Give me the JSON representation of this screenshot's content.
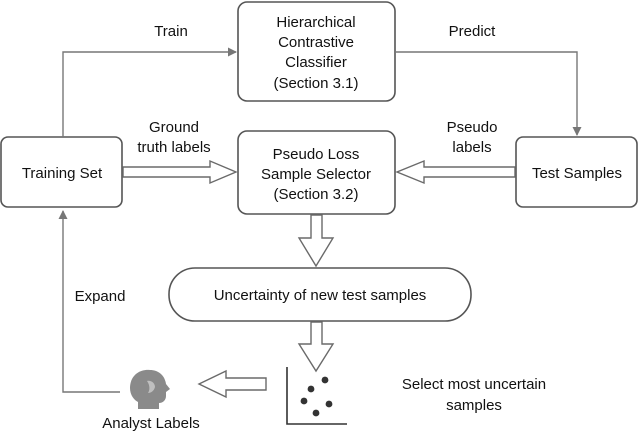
{
  "nodes": {
    "classifier": {
      "lines": [
        "Hierarchical",
        "Contrastive",
        "Classifier",
        "(Section 3.1)"
      ]
    },
    "selector": {
      "lines": [
        "Pseudo Loss",
        "Sample Selector",
        "(Section 3.2)"
      ]
    },
    "training_set": {
      "label": "Training Set"
    },
    "test_samples": {
      "label": "Test Samples"
    },
    "uncertainty": {
      "label": "Uncertainty of new test samples"
    },
    "analyst": {
      "label": "Analyst Labels",
      "icon": "person-head-icon"
    }
  },
  "edges": {
    "train": {
      "label": "Train"
    },
    "predict": {
      "label": "Predict"
    },
    "ground_truth": {
      "lines": [
        "Ground",
        "truth labels"
      ]
    },
    "pseudo": {
      "lines": [
        "Pseudo",
        "labels"
      ]
    },
    "expand": {
      "label": "Expand"
    }
  },
  "annotations": {
    "select": {
      "lines": [
        "Select most uncertain",
        "samples"
      ]
    }
  },
  "colors": {
    "box_stroke": "#555555",
    "arrow_stroke": "#777777",
    "head_fill": "#8a8a8a"
  }
}
